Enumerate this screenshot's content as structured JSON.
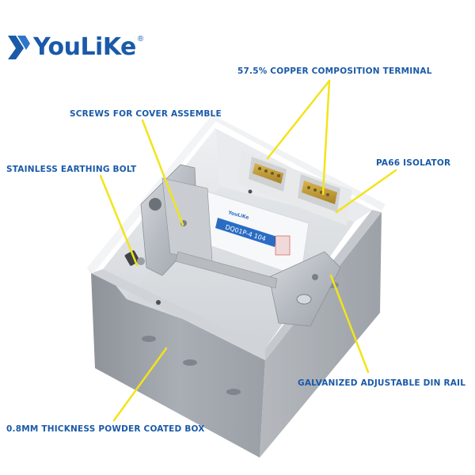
{
  "brand": {
    "name": "YouLiKe",
    "registered_mark": "®",
    "color": "#1a5aa8"
  },
  "product_label": {
    "brand_small": "YouLiKe",
    "model": "DQ01P-4 104",
    "label_color": "#2a6cc4"
  },
  "callouts": {
    "copper_terminal": "57.5% COPPER COMPOSITION TERMINAL",
    "cover_screws": "SCREWS FOR COVER ASSEMBLE",
    "pa66_isolator": "PA66 ISOLATOR",
    "earthing_bolt": "STAINLESS EARTHING BOLT",
    "din_rail": "GALVANIZED ADJUSTABLE DIN RAIL",
    "box_thickness": "0.8MM THICKNESS POWDER COATED BOX"
  },
  "colors": {
    "leader_line": "#f2e41a",
    "text": "#1a5aa8"
  }
}
